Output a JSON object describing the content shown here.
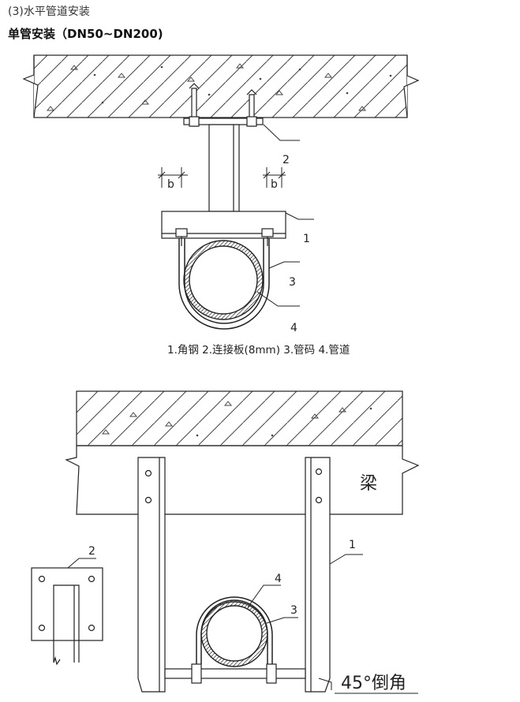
{
  "section_heading": "(3)水平管道安装",
  "subheading": "单管安装（DN50~DN200)",
  "figure1": {
    "labels": {
      "b_left": "b",
      "b_right": "b",
      "n1": "1",
      "n2": "2",
      "n3": "3",
      "n4": "4"
    },
    "caption": "1.角钢 2.连接板(8mm) 3.管码 4.管道"
  },
  "figure2": {
    "labels": {
      "beam": "梁",
      "n1": "1",
      "n2": "2",
      "n3": "3",
      "n4": "4",
      "chamfer": "45°倒角"
    }
  }
}
